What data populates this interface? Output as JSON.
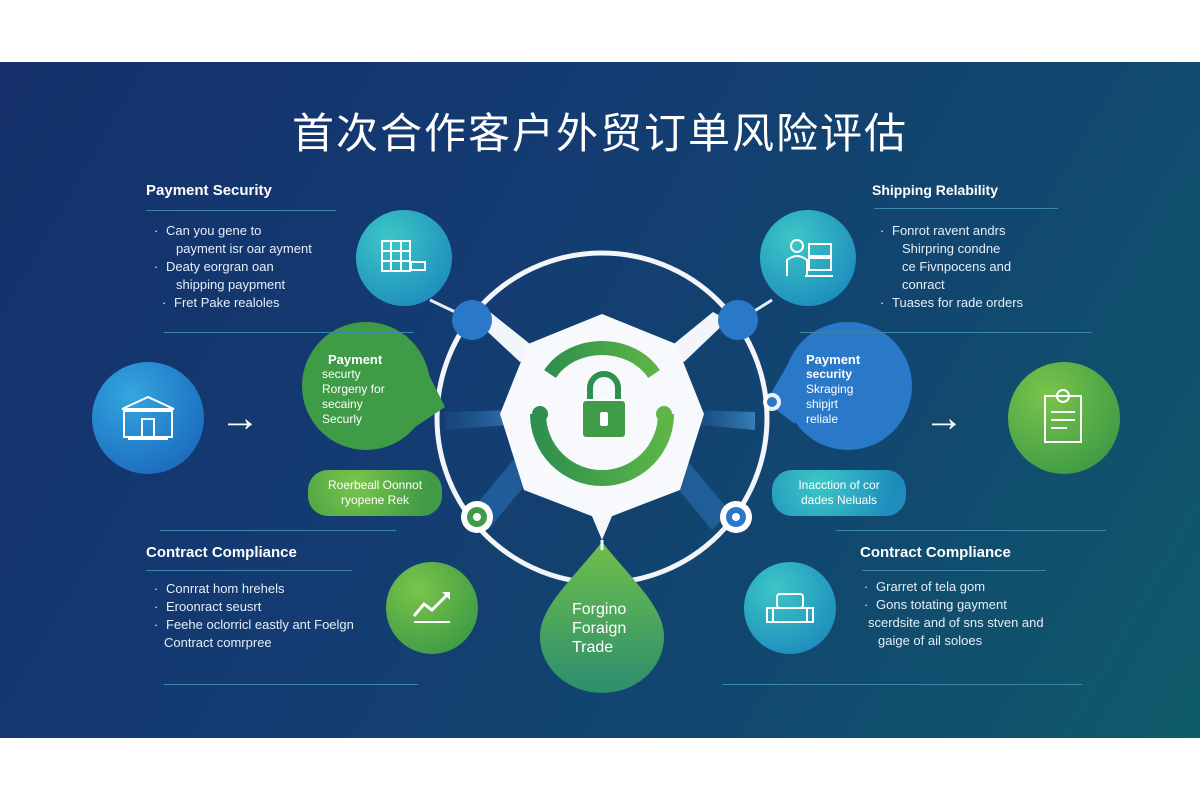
{
  "title": "首次合作客户外贸订单风险评估",
  "sections": {
    "top_left": {
      "heading": "Payment Security",
      "items": [
        "Can you gene to",
        "payment isr oar ayment",
        "Deaty eorgran oan",
        "shipping paypment",
        "Fret Pake realoles"
      ]
    },
    "top_right": {
      "heading": "Shipping Relability",
      "items": [
        "Fonrot ravent andrs",
        "Shirpring condne",
        "ce Fivnpocens and",
        "conract",
        "Tuases for rade orders"
      ]
    },
    "bottom_left": {
      "heading": "Contract Compliance",
      "items": [
        "Conrrat hom hrehels",
        "Eroonract seusrt",
        "Feehe oclorricl eastly ant Foelgn",
        "Contract comrpree"
      ]
    },
    "bottom_right": {
      "heading": "Contract Compliance",
      "items": [
        "Grarret of tela gom",
        "Gons totating gayment",
        "scerdsite and of sns stven and",
        "gaige of ail soloes"
      ]
    }
  },
  "bubbles": {
    "left": {
      "title": "Payment",
      "lines": [
        "securty",
        "Rorgeny for",
        "secainy",
        "Securly"
      ]
    },
    "right": {
      "title": "Payment",
      "lines": [
        "security",
        "Skraging",
        "shipjrt",
        "reliale"
      ]
    }
  },
  "pills": {
    "left": [
      "Roerbeall Oonnot",
      "ryopene Rek"
    ],
    "right": [
      "Inacction of cor",
      "dades Neluals"
    ]
  },
  "drop": {
    "lines": [
      "Forgino",
      "Foraign",
      "Trade"
    ]
  },
  "icons": {
    "top_left": "document-grid-icon",
    "top_right": "shipping-worker-icon",
    "far_left": "bank-building-icon",
    "far_right": "contract-document-icon",
    "bottom_left": "growth-chart-icon",
    "bottom_right": "cargo-box-icon",
    "center": "padlock-icon"
  },
  "colors": {
    "background_start": "#15306a",
    "background_end": "#0f5b6a",
    "blue": "#1d6fc0",
    "teal": "#1e8dbd",
    "green": "#3f9b46",
    "accent_line": "#3c86a8"
  }
}
